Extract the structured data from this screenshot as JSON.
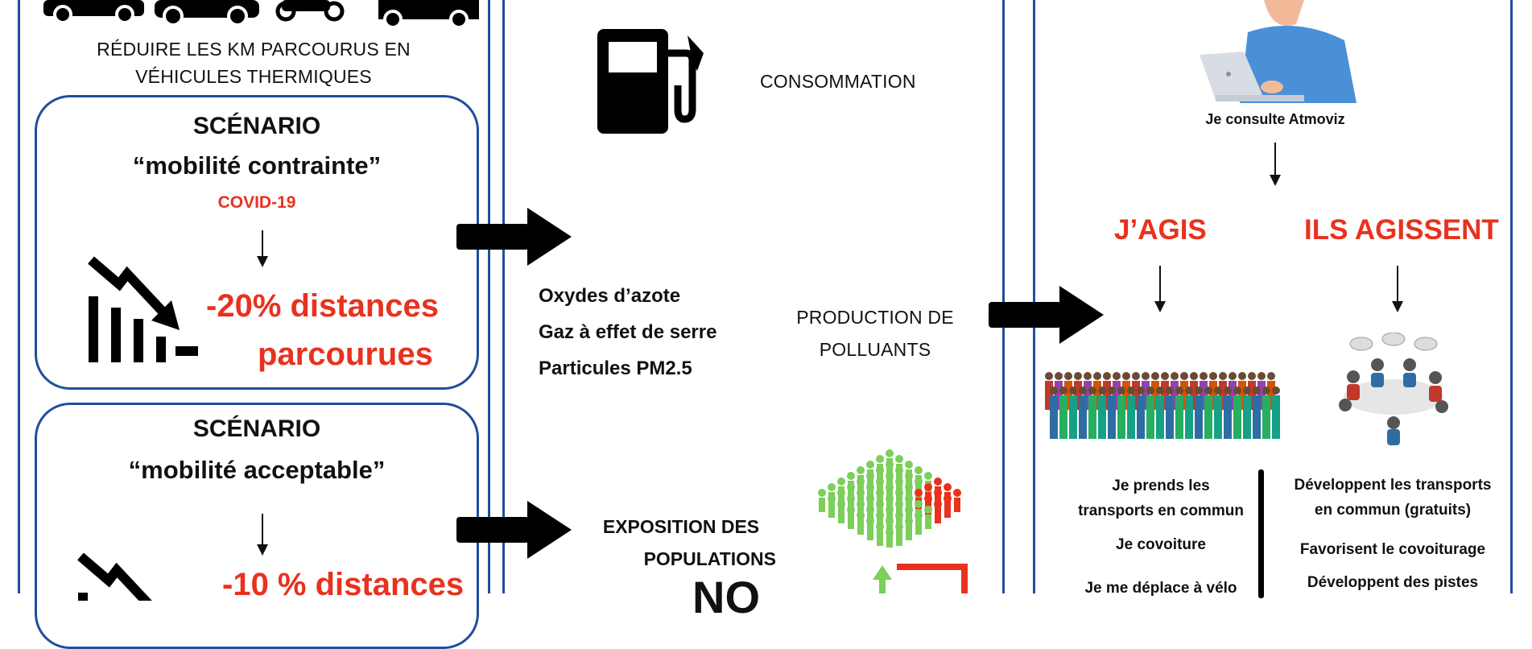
{
  "left": {
    "vehicles_caption_line1": "RÉDUIRE LES KM PARCOURUS EN",
    "vehicles_caption_line2": "VÉHICULES THERMIQUES",
    "scenario1": {
      "heading": "SCÉNARIO",
      "name": "“mobilité contrainte”",
      "badge": "COVID-19",
      "result_line1": "-20% distances",
      "result_line2": "parcourues"
    },
    "scenario2": {
      "heading": "SCÉNARIO",
      "name": "“mobilité acceptable”",
      "result_line1": "-10 % distances"
    }
  },
  "middle": {
    "consumption_label": "CONSOMMATION",
    "pollutants": [
      "Oxydes d’azote",
      "Gaz à effet de serre",
      "Particules PM2.5"
    ],
    "production_line1": "PRODUCTION DE",
    "production_line2": "POLLUANTS",
    "exposure_line1": "EXPOSITION DES",
    "exposure_line2": "POPULATIONS",
    "exposure_pollutant": "NO"
  },
  "right": {
    "consult_label": "Je consulte Atmoviz",
    "i_act": "J’AGIS",
    "they_act": "ILS AGISSENT",
    "i_act_items": [
      "Je prends les",
      "transports en commun",
      "Je covoiture",
      "Je me déplace à vélo"
    ],
    "they_act_items": [
      "Développent les transports",
      "en commun (gratuits)",
      "Favorisent le covoiturage",
      "Développent des pistes"
    ]
  },
  "colors": {
    "frame": "#1f4e9c",
    "accent_red": "#e8321e",
    "green": "#7ccf5a"
  }
}
